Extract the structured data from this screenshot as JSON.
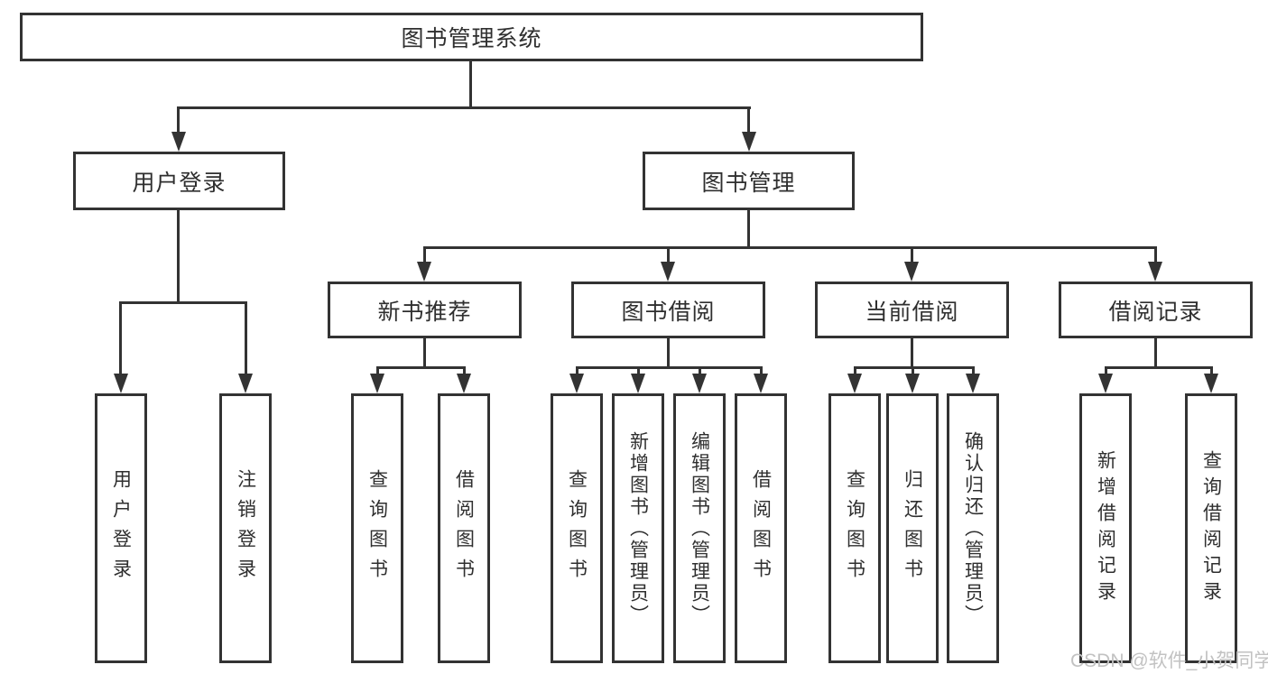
{
  "diagram": {
    "tree": {
      "label": "图书管理系统",
      "children": [
        {
          "label": "用户登录",
          "children": [
            {
              "label": "用户登录"
            },
            {
              "label": "注销登录"
            }
          ]
        },
        {
          "label": "图书管理",
          "children": [
            {
              "label": "新书推荐",
              "children": [
                {
                  "label": "查询图书"
                },
                {
                  "label": "借阅图书"
                }
              ]
            },
            {
              "label": "图书借阅",
              "children": [
                {
                  "label": "查询图书"
                },
                {
                  "label": "新增图书（管理员）"
                },
                {
                  "label": "编辑图书（管理员）"
                },
                {
                  "label": "借阅图书"
                }
              ]
            },
            {
              "label": "当前借阅",
              "children": [
                {
                  "label": "查询图书"
                },
                {
                  "label": "归还图书"
                },
                {
                  "label": "确认归还（管理员）"
                }
              ]
            },
            {
              "label": "借阅记录",
              "children": [
                {
                  "label": "新增借阅记录"
                },
                {
                  "label": "查询借阅记录"
                }
              ]
            }
          ]
        }
      ]
    },
    "colors": {
      "line": "#333333",
      "text": "#2f2f2f",
      "background": "#ffffff",
      "watermark": "#c2c2c2"
    }
  },
  "watermark": {
    "text": "CSDN @软件_小贺同学"
  }
}
